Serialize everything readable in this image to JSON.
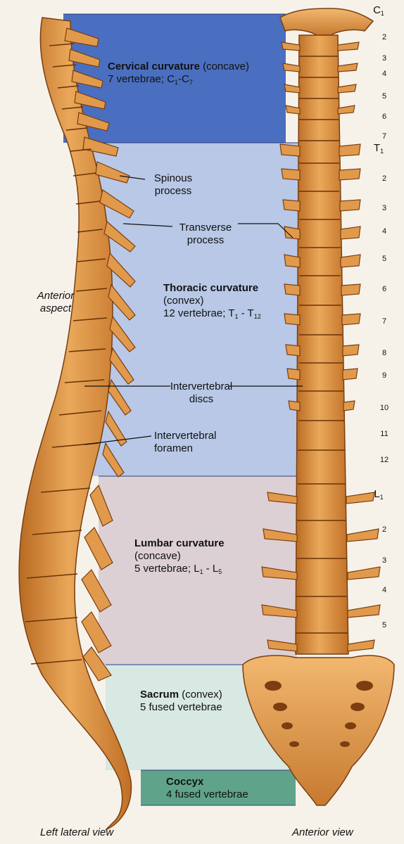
{
  "regions": {
    "cervical": {
      "title": "Cervical curvature",
      "qual": "(concave)",
      "count": "7 vertebrae; C",
      "r1": "1",
      "dash": "-C",
      "r2": "7",
      "color": "#4a6fc0"
    },
    "thoracic": {
      "title": "Thoracic curvature",
      "qual": "(convex)",
      "count": "12 vertebrae; T",
      "r1": "1",
      "dash": " - T",
      "r2": "12",
      "color": "#b8c8e6"
    },
    "lumbar": {
      "title": "Lumbar curvature",
      "qual": "(concave)",
      "count": "5 vertebrae; L",
      "r1": "1",
      "dash": " - L",
      "r2": "5",
      "color": "#ddd0d4"
    },
    "sacrum": {
      "title": "Sacrum",
      "qual": "(convex)",
      "count": "5 fused vertebrae",
      "color": "#d8e8e2"
    },
    "coccyx": {
      "title": "Coccyx",
      "count": "4 fused vertebrae",
      "color": "#5fa38a"
    }
  },
  "annotations": {
    "spinous": [
      "Spinous",
      "process"
    ],
    "transverse": [
      "Transverse",
      "process"
    ],
    "discs": [
      "Intervertebral",
      "discs"
    ],
    "foramen": [
      "Intervertebral",
      "foramen"
    ],
    "anterior": [
      "Anterior",
      "aspect"
    ]
  },
  "captions": {
    "left": "Left lateral view",
    "right": "Anterior view"
  },
  "vertebra_numbers": {
    "cervical": {
      "letter": "C",
      "first": "1",
      "rest": [
        "2",
        "3",
        "4",
        "5",
        "6",
        "7"
      ]
    },
    "thoracic": {
      "letter": "T",
      "first": "1",
      "rest": [
        "2",
        "3",
        "4",
        "5",
        "6",
        "7",
        "8",
        "9",
        "10",
        "11",
        "12"
      ]
    },
    "lumbar": {
      "letter": "L",
      "first": "1",
      "rest": [
        "2",
        "3",
        "4",
        "5"
      ]
    }
  }
}
